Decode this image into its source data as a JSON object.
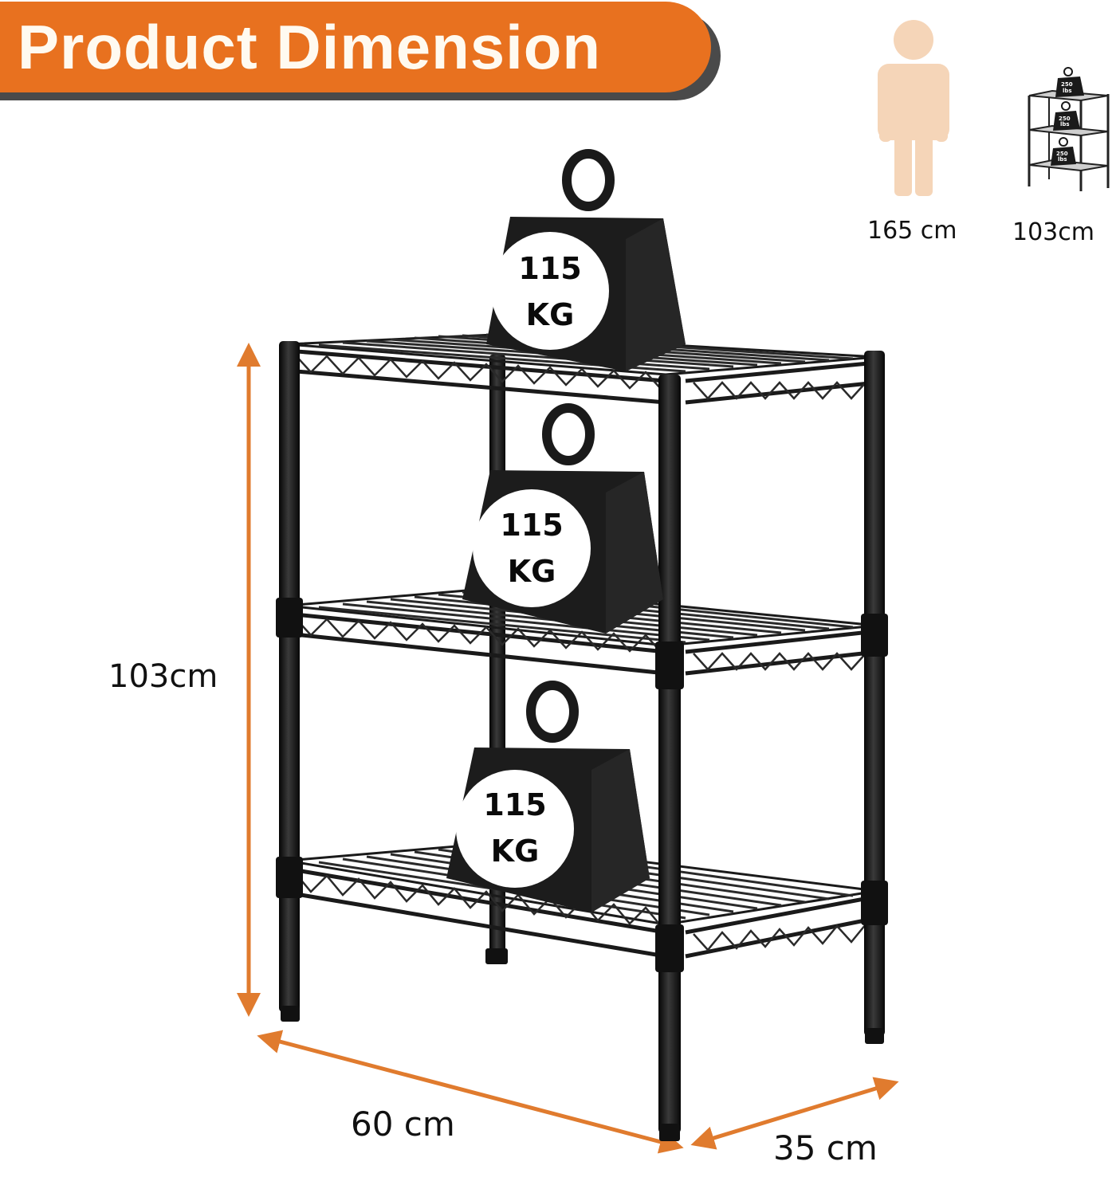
{
  "title": "Product Dimension",
  "colors": {
    "accent": "#e8711f",
    "banner_shadow": "#4a4a4a",
    "human_silhouette": "#f5d5b8",
    "arrow": "#e07b2e",
    "shelf_metal": "#1a1a1a",
    "text": "#111111"
  },
  "size_comparison": {
    "human": {
      "icon": "person-silhouette-icon",
      "height_label": "165 cm"
    },
    "shelf": {
      "icon": "shelf-thumbnail-icon",
      "height_label": "103cm",
      "weight_tags": [
        "250 lbs",
        "250 lbs",
        "250 lbs"
      ]
    }
  },
  "dimensions": {
    "height": "103cm",
    "width": "60 cm",
    "depth": "35 cm"
  },
  "shelves": [
    {
      "position": "top",
      "load": {
        "value": "115",
        "unit": "KG"
      }
    },
    {
      "position": "middle",
      "load": {
        "value": "115",
        "unit": "KG"
      }
    },
    {
      "position": "bottom",
      "load": {
        "value": "115",
        "unit": "KG"
      }
    }
  ]
}
